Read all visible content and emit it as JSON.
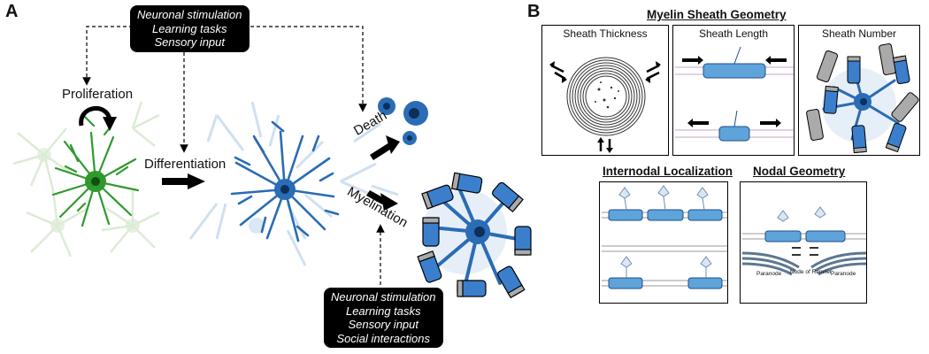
{
  "panel_a": {
    "letter": "A",
    "top_box": [
      "Neuronal stimulation",
      "Learning tasks",
      "Sensory input"
    ],
    "bottom_box": [
      "Neuronal stimulation",
      "Learning tasks",
      "Sensory input",
      "Social interactions"
    ],
    "labels": {
      "proliferation": "Proliferation",
      "differentiation": "Differentiation",
      "death": "Death",
      "myelination": "Myelination"
    }
  },
  "panel_b": {
    "letter": "B",
    "heading_geometry": "Myelin Sheath Geometry",
    "heading_localization": "Internodal Localization",
    "heading_nodal": "Nodal Geometry",
    "box_thickness": "Sheath Thickness",
    "box_length": "Sheath Length",
    "box_number": "Sheath Number",
    "node_label": "Node of Ranvier",
    "paranode_left": "Paranode",
    "paranode_right": "Paranode"
  },
  "colors": {
    "opc_green": "#2e9a2e",
    "pale_green": "#dcebd6",
    "ol_blue": "#2a6cb5",
    "pale_blue": "#cfe0f1",
    "sheath_blue": "#3b7fcc",
    "sheath_gray": "#a9a9a9"
  }
}
